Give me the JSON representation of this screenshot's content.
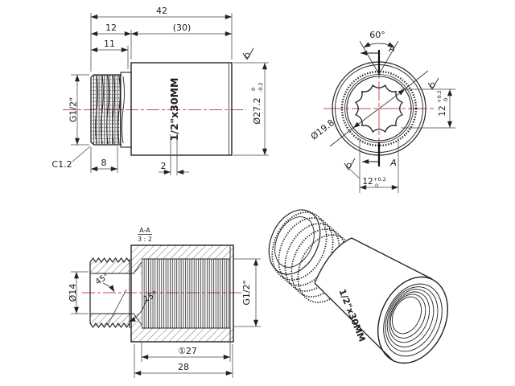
{
  "drawing": {
    "side_view": {
      "dim_total": "42",
      "dim_thread_section": "12",
      "dim_body_ref": "(30)",
      "dim_thread_len": "11",
      "thread_spec": "G1/2\"",
      "chamfer": "C1.2",
      "dim_effective_thread": "8",
      "dim_marking_band": "2",
      "body_marking": "1/2\"x30MM",
      "dia_body": "Ø27.2",
      "dia_body_tol_upper": "0",
      "dia_body_tol_lower": "-0.2"
    },
    "end_view": {
      "angle_socket": "60°",
      "section_label_top": "A",
      "section_label_bottom": "A",
      "dia_thread_root": "Ø19.8",
      "socket_width_v": "12",
      "socket_width_v_tol_upper": "+0.2",
      "socket_width_v_tol_lower": "0",
      "socket_width_h": "12",
      "socket_width_h_tol_upper": "+0.2",
      "socket_width_h_tol_lower": "0"
    },
    "section_view": {
      "label": "A-A",
      "scale": "3 : 2",
      "dia_bore": "Ø14",
      "angle_chamfer": "45°",
      "angle_lead": "15°",
      "thread_spec": "G1/2\"",
      "dim_thread_depth": "①27",
      "dim_body_len": "28"
    },
    "iso_view": {
      "body_marking": "1/2\"x30MM"
    },
    "colors": {
      "line": "#222222",
      "centerline": "#c84c4c"
    }
  }
}
